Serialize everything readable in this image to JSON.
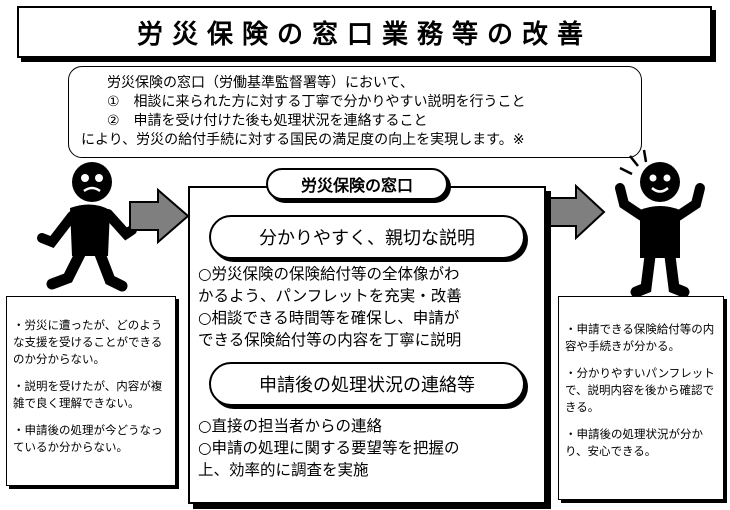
{
  "title": "労災保険の窓口業務等の改善",
  "intro": {
    "line1": "労災保険の窓口（労働基準監督署等）において、",
    "line2": "①　相談に来られた方に対する丁寧で分かりやすい説明を行うこと",
    "line3": "②　申請を受け付けた後も処理状況を連絡すること",
    "line4": "により、労災の給付手続に対する国民の満足度の向上を実現します。※"
  },
  "left_box": {
    "item1": "・労災に遭ったが、どのような支援を受けることができるのか分からない。",
    "item2": "・説明を受けたが、内容が複雑で良く理解できない。",
    "item3": "・申請後の処理が今どうなっているか分からない。"
  },
  "center": {
    "title": "労災保険の窓口",
    "section1": {
      "heading": "分かりやすく、親切な説明",
      "line1": "○労災保険の保険給付等の全体像がわ",
      "line2": "かるよう、パンフレットを充実・改善",
      "line3": "○相談できる時間等を確保し、申請が",
      "line4": "できる保険給付等の内容を丁寧に説明"
    },
    "section2": {
      "heading": "申請後の処理状況の連絡等",
      "line1": "○直接の担当者からの連絡",
      "line2": "○申請の処理に関する要望等を把握の",
      "line3": "上、効率的に調査を実施"
    }
  },
  "right_box": {
    "item1": "・申請できる保険給付等の内容や手続きが分かる。",
    "item2": "・分かりやすいパンフレットで、説明内容を後から確認できる。",
    "item3": "・申請後の処理状況が分かり、安心できる。"
  },
  "icons": {
    "left_person": "worried-person-icon",
    "right_person": "happy-person-icon",
    "arrow": "right-arrow-icon"
  }
}
